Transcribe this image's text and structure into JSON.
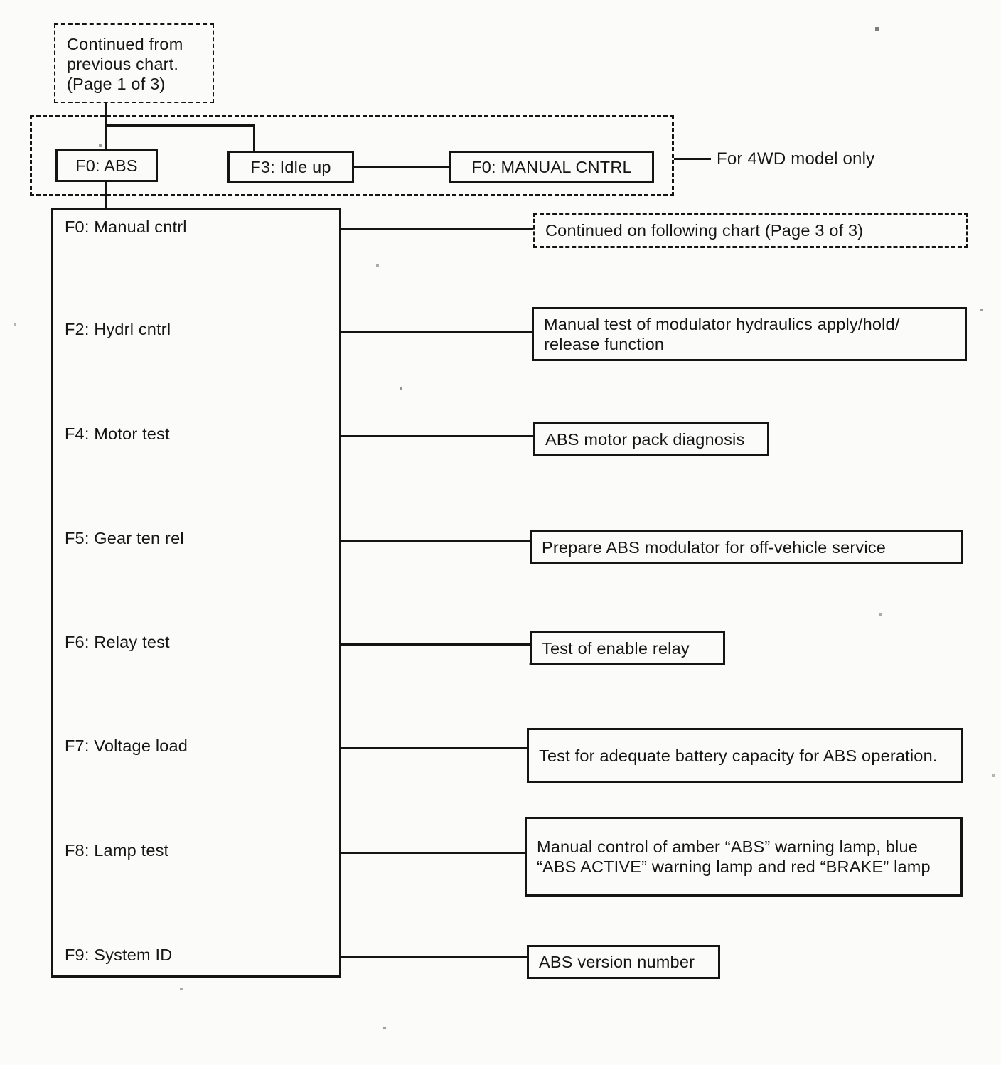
{
  "notes": {
    "continued_from": "Continued from previous chart. (Page 1 of 3)",
    "model_note": "For 4WD model only"
  },
  "top_nodes": [
    {
      "label": "F0: ABS"
    },
    {
      "label": "F3: Idle up"
    },
    {
      "label": "F0: MANUAL CNTRL"
    }
  ],
  "rows": [
    {
      "item": "F0: Manual cntrl",
      "desc": "Continued on following chart (Page 3 of 3)"
    },
    {
      "item": "F2: Hydrl cntrl",
      "desc": "Manual test of modulator hydraulics apply/hold/ release function"
    },
    {
      "item": "F4: Motor test",
      "desc": "ABS motor pack diagnosis"
    },
    {
      "item": "F5: Gear ten rel",
      "desc": "Prepare ABS modulator for off-vehicle service"
    },
    {
      "item": "F6: Relay test",
      "desc": "Test of enable relay"
    },
    {
      "item": "F7: Voltage load",
      "desc": "Test for adequate battery capacity for ABS operation."
    },
    {
      "item": "F8: Lamp test",
      "desc": "Manual control of amber “ABS” warning lamp, blue “ABS ACTIVE” warning lamp and red “BRAKE” lamp"
    },
    {
      "item": "F9: System ID",
      "desc": "ABS version number"
    }
  ],
  "colors": {
    "ink": "#141414",
    "paper": "#fbfbfa"
  }
}
